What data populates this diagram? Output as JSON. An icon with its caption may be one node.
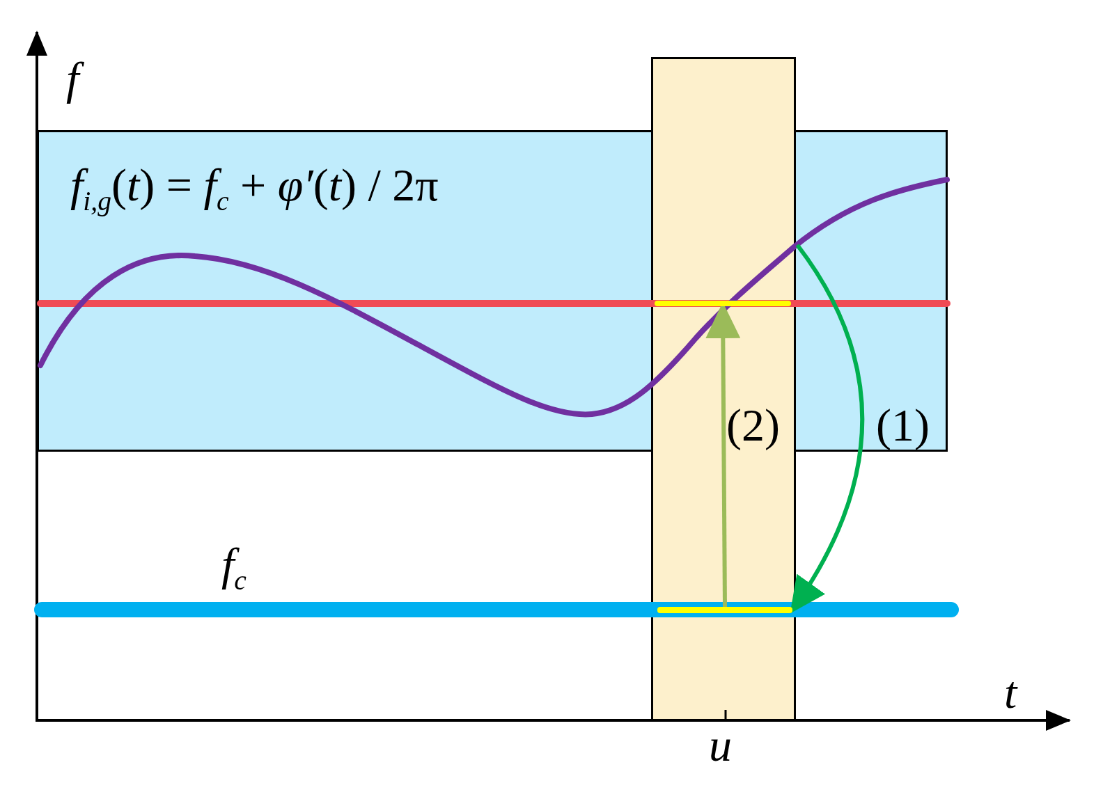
{
  "diagram": {
    "nodes": [
      {
        "text": [
          "*f*$_{i,g}$(*t*) = *f*$_{c}$ + *φ′*(*t*) / 2π"
        ]
      },
      {
        "text": [],
        "shape": "box"
      },
      {
        "text": [],
        "shape": "bar",
        "in": 1
      },
      {
        "text": [],
        "shape": "bar",
        "in": 1
      },
      {
        "text": [],
        "shape": "box"
      }
    ],
    "edges": [
      {
        "from": 4,
        "to": 3,
        "arrow": "to",
        "label": "(1)",
        "color": "#00b050"
      },
      {
        "from": 3,
        "to": 2,
        "arrow": "to",
        "label": "(2)",
        "color": "#9bbb59"
      }
    ],
    "labels": [
      "f",
      "f$_{c}$",
      "t",
      "u"
    ]
  }
}
